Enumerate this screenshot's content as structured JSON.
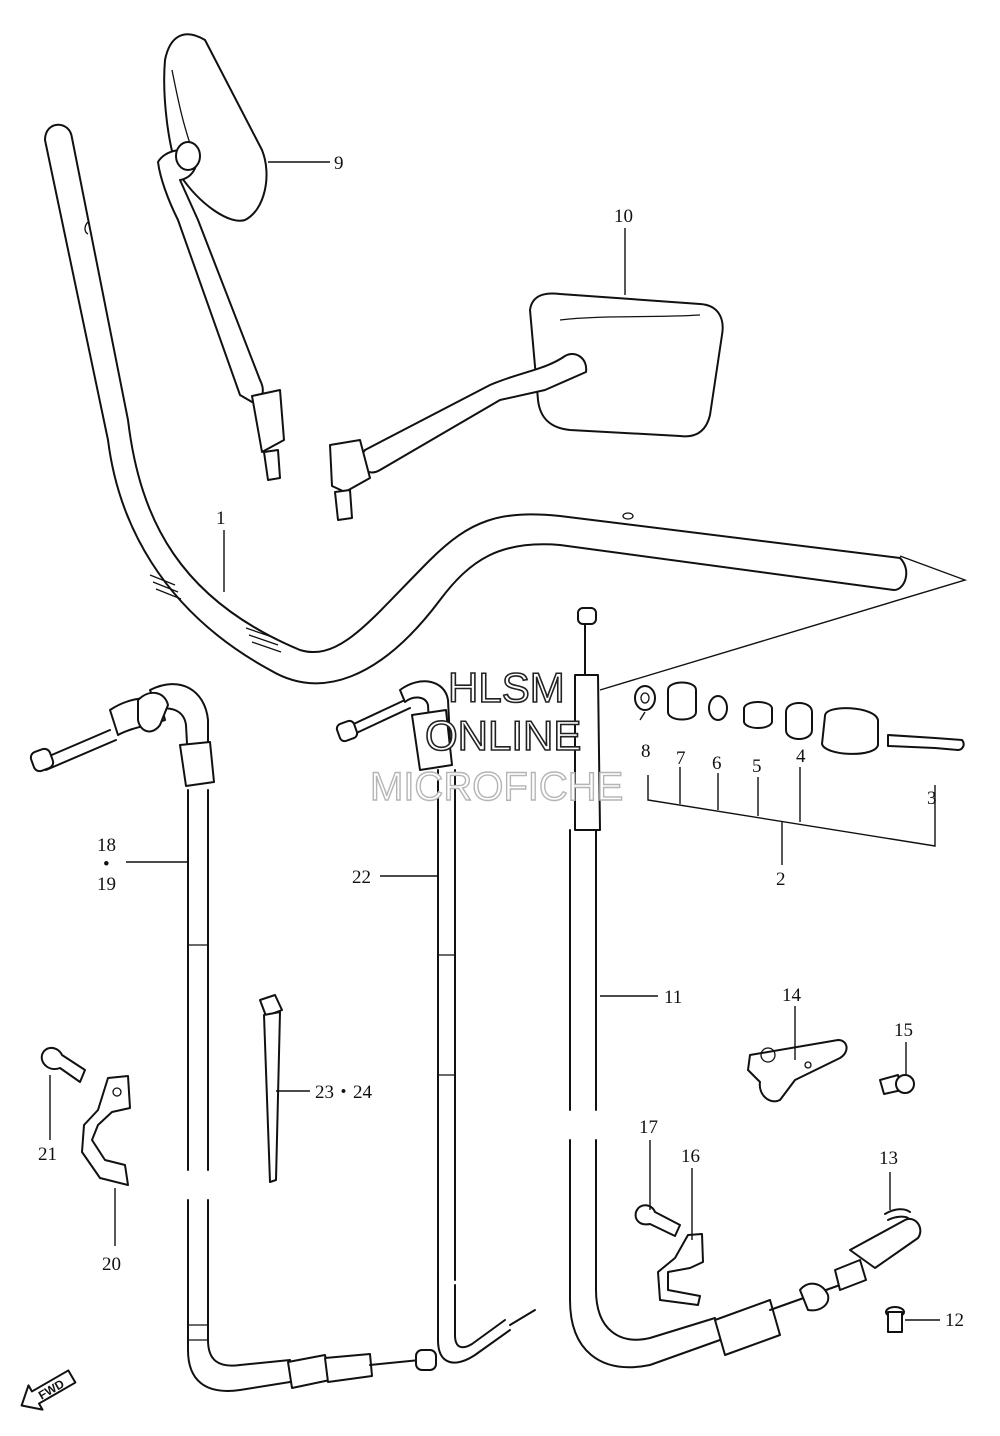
{
  "callouts": {
    "c1": "1",
    "c2": "2",
    "c3": "3",
    "c4": "4",
    "c5": "5",
    "c6": "6",
    "c7": "7",
    "c8": "8",
    "c9": "9",
    "c10": "10",
    "c11": "11",
    "c12": "12",
    "c13": "13",
    "c14": "14",
    "c15": "15",
    "c16": "16",
    "c17": "17",
    "c18": "18",
    "c18dot": "•",
    "c19": "19",
    "c20": "20",
    "c21": "21",
    "c22": "22",
    "c2324": "23・24"
  },
  "watermark": {
    "line1": "HLSM",
    "line2": "ONLINE",
    "line3": "MICROFICHE"
  },
  "fwd_label": "FWD",
  "colors": {
    "line": "#111111",
    "background": "#ffffff",
    "watermark_gray": "#b5b5b5"
  }
}
